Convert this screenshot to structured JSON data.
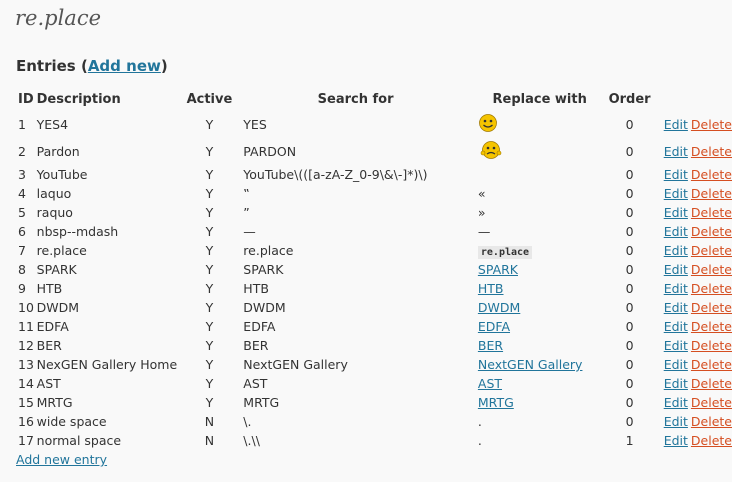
{
  "title": "re.place",
  "heading": {
    "text": "Entries (",
    "link": "Add new",
    "close": ")"
  },
  "columns": {
    "id": "ID",
    "description": "Description",
    "active": "Active",
    "search": "Search for",
    "replace": "Replace with",
    "order": "Order"
  },
  "actions": {
    "edit": "Edit",
    "delete": "Delete"
  },
  "rows": [
    {
      "id": "1",
      "description": "YES4",
      "active": "Y",
      "search": "YES",
      "replace_kind": "icon",
      "replace_icon": "smiley-icon",
      "order": "0"
    },
    {
      "id": "2",
      "description": "Pardon",
      "active": "Y",
      "search": "PARDON",
      "replace_kind": "icon",
      "replace_icon": "confused-smiley-icon",
      "order": "0"
    },
    {
      "id": "3",
      "description": "YouTube",
      "active": "Y",
      "search": "YouTube\\(([a-zA-Z_0-9\\&\\-]*)\\)",
      "replace_kind": "none",
      "replace": "",
      "order": "0"
    },
    {
      "id": "4",
      "description": "laquo",
      "active": "Y",
      "search": "‟",
      "replace_kind": "text",
      "replace": "«",
      "order": "0"
    },
    {
      "id": "5",
      "description": "raquo",
      "active": "Y",
      "search": "”",
      "replace_kind": "text",
      "replace": "»",
      "order": "0"
    },
    {
      "id": "6",
      "description": "nbsp--mdash",
      "active": "Y",
      "search": "—",
      "replace_kind": "text",
      "replace": " —",
      "order": "0"
    },
    {
      "id": "7",
      "description": "re.place",
      "active": "Y",
      "search": "re.place",
      "replace_kind": "code",
      "replace": "re.place",
      "order": "0"
    },
    {
      "id": "8",
      "description": "SPARK",
      "active": "Y",
      "search": "SPARK",
      "replace_kind": "link",
      "replace": "SPARK",
      "order": "0"
    },
    {
      "id": "9",
      "description": "HTB",
      "active": "Y",
      "search": "HTB",
      "replace_kind": "link",
      "replace": "HTB",
      "order": "0"
    },
    {
      "id": "10",
      "description": "DWDM",
      "active": "Y",
      "search": "DWDM",
      "replace_kind": "link",
      "replace": "DWDM",
      "order": "0"
    },
    {
      "id": "11",
      "description": "EDFA",
      "active": "Y",
      "search": "EDFA",
      "replace_kind": "link",
      "replace": "EDFA",
      "order": "0"
    },
    {
      "id": "12",
      "description": "BER",
      "active": "Y",
      "search": "BER",
      "replace_kind": "link",
      "replace": "BER",
      "order": "0"
    },
    {
      "id": "13",
      "description": "NexGEN Gallery Home",
      "active": "Y",
      "search": "NextGEN Gallery",
      "replace_kind": "link",
      "replace": "NextGEN Gallery",
      "order": "0"
    },
    {
      "id": "14",
      "description": "AST",
      "active": "Y",
      "search": "AST",
      "replace_kind": "link",
      "replace": "AST",
      "order": "0"
    },
    {
      "id": "15",
      "description": "MRTG",
      "active": "Y",
      "search": "MRTG",
      "replace_kind": "link",
      "replace": "MRTG",
      "order": "0"
    },
    {
      "id": "16",
      "description": "wide space",
      "active": "N",
      "search": "\\.",
      "replace_kind": "text",
      "replace": ".",
      "order": "0"
    },
    {
      "id": "17",
      "description": "normal space",
      "active": "N",
      "search": "\\.\\\\",
      "replace_kind": "text",
      "replace": ".",
      "order": "1"
    }
  ],
  "add_entry": "Add new entry",
  "colors": {
    "link": "#21759b",
    "delete": "#d54e21",
    "smiley": "#f5c400"
  }
}
